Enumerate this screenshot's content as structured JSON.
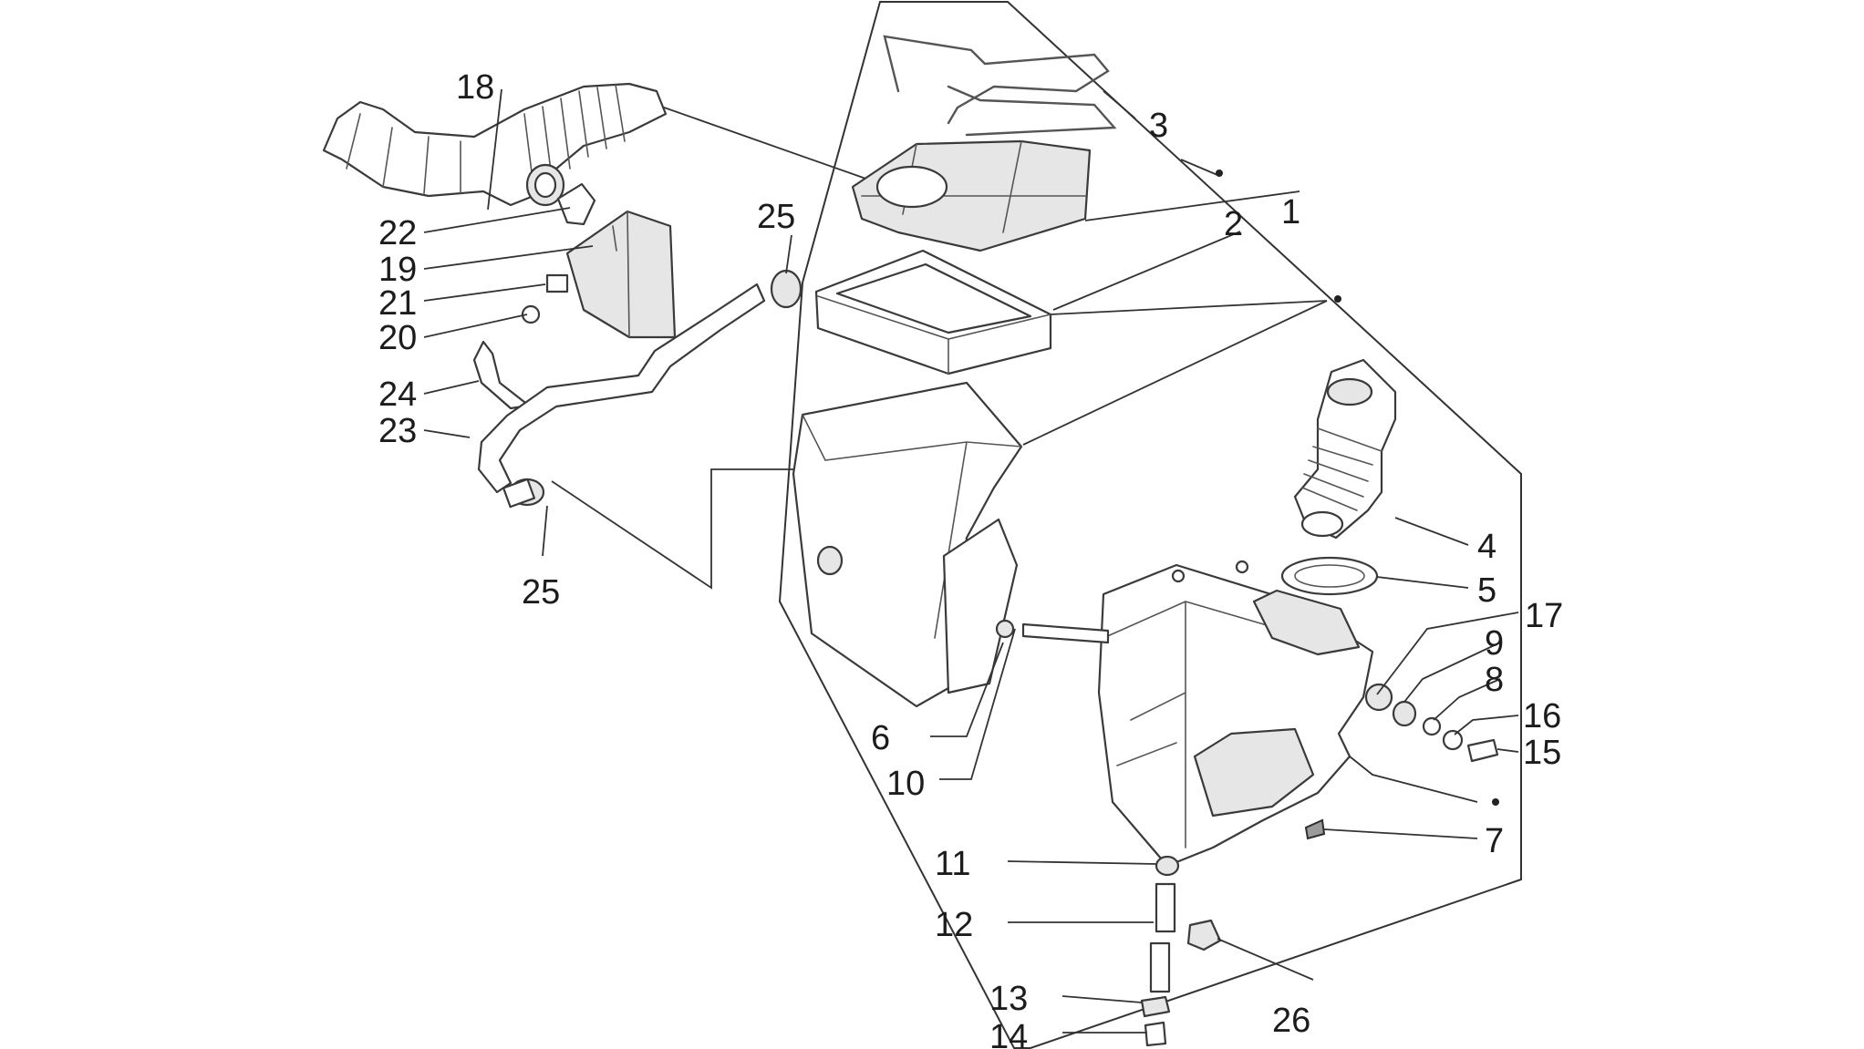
{
  "callouts": [
    {
      "id": "c1",
      "text": "1"
    },
    {
      "id": "c2",
      "text": "2"
    },
    {
      "id": "c3",
      "text": "3"
    },
    {
      "id": "c4",
      "text": "4"
    },
    {
      "id": "c5",
      "text": "5"
    },
    {
      "id": "c6",
      "text": "6"
    },
    {
      "id": "c7",
      "text": "7"
    },
    {
      "id": "c8",
      "text": "8"
    },
    {
      "id": "c9",
      "text": "9"
    },
    {
      "id": "c10",
      "text": "10"
    },
    {
      "id": "c11",
      "text": "11"
    },
    {
      "id": "c12",
      "text": "12"
    },
    {
      "id": "c13",
      "text": "13"
    },
    {
      "id": "c14",
      "text": "14"
    },
    {
      "id": "c15",
      "text": "15"
    },
    {
      "id": "c16",
      "text": "16"
    },
    {
      "id": "c17",
      "text": "17"
    },
    {
      "id": "c18",
      "text": "18"
    },
    {
      "id": "c19",
      "text": "19"
    },
    {
      "id": "c20",
      "text": "20"
    },
    {
      "id": "c21",
      "text": "21"
    },
    {
      "id": "c22",
      "text": "22"
    },
    {
      "id": "c23",
      "text": "23"
    },
    {
      "id": "c24",
      "text": "24"
    },
    {
      "id": "c25a",
      "text": "25"
    },
    {
      "id": "c25b",
      "text": "25"
    },
    {
      "id": "c26",
      "text": "26"
    }
  ]
}
